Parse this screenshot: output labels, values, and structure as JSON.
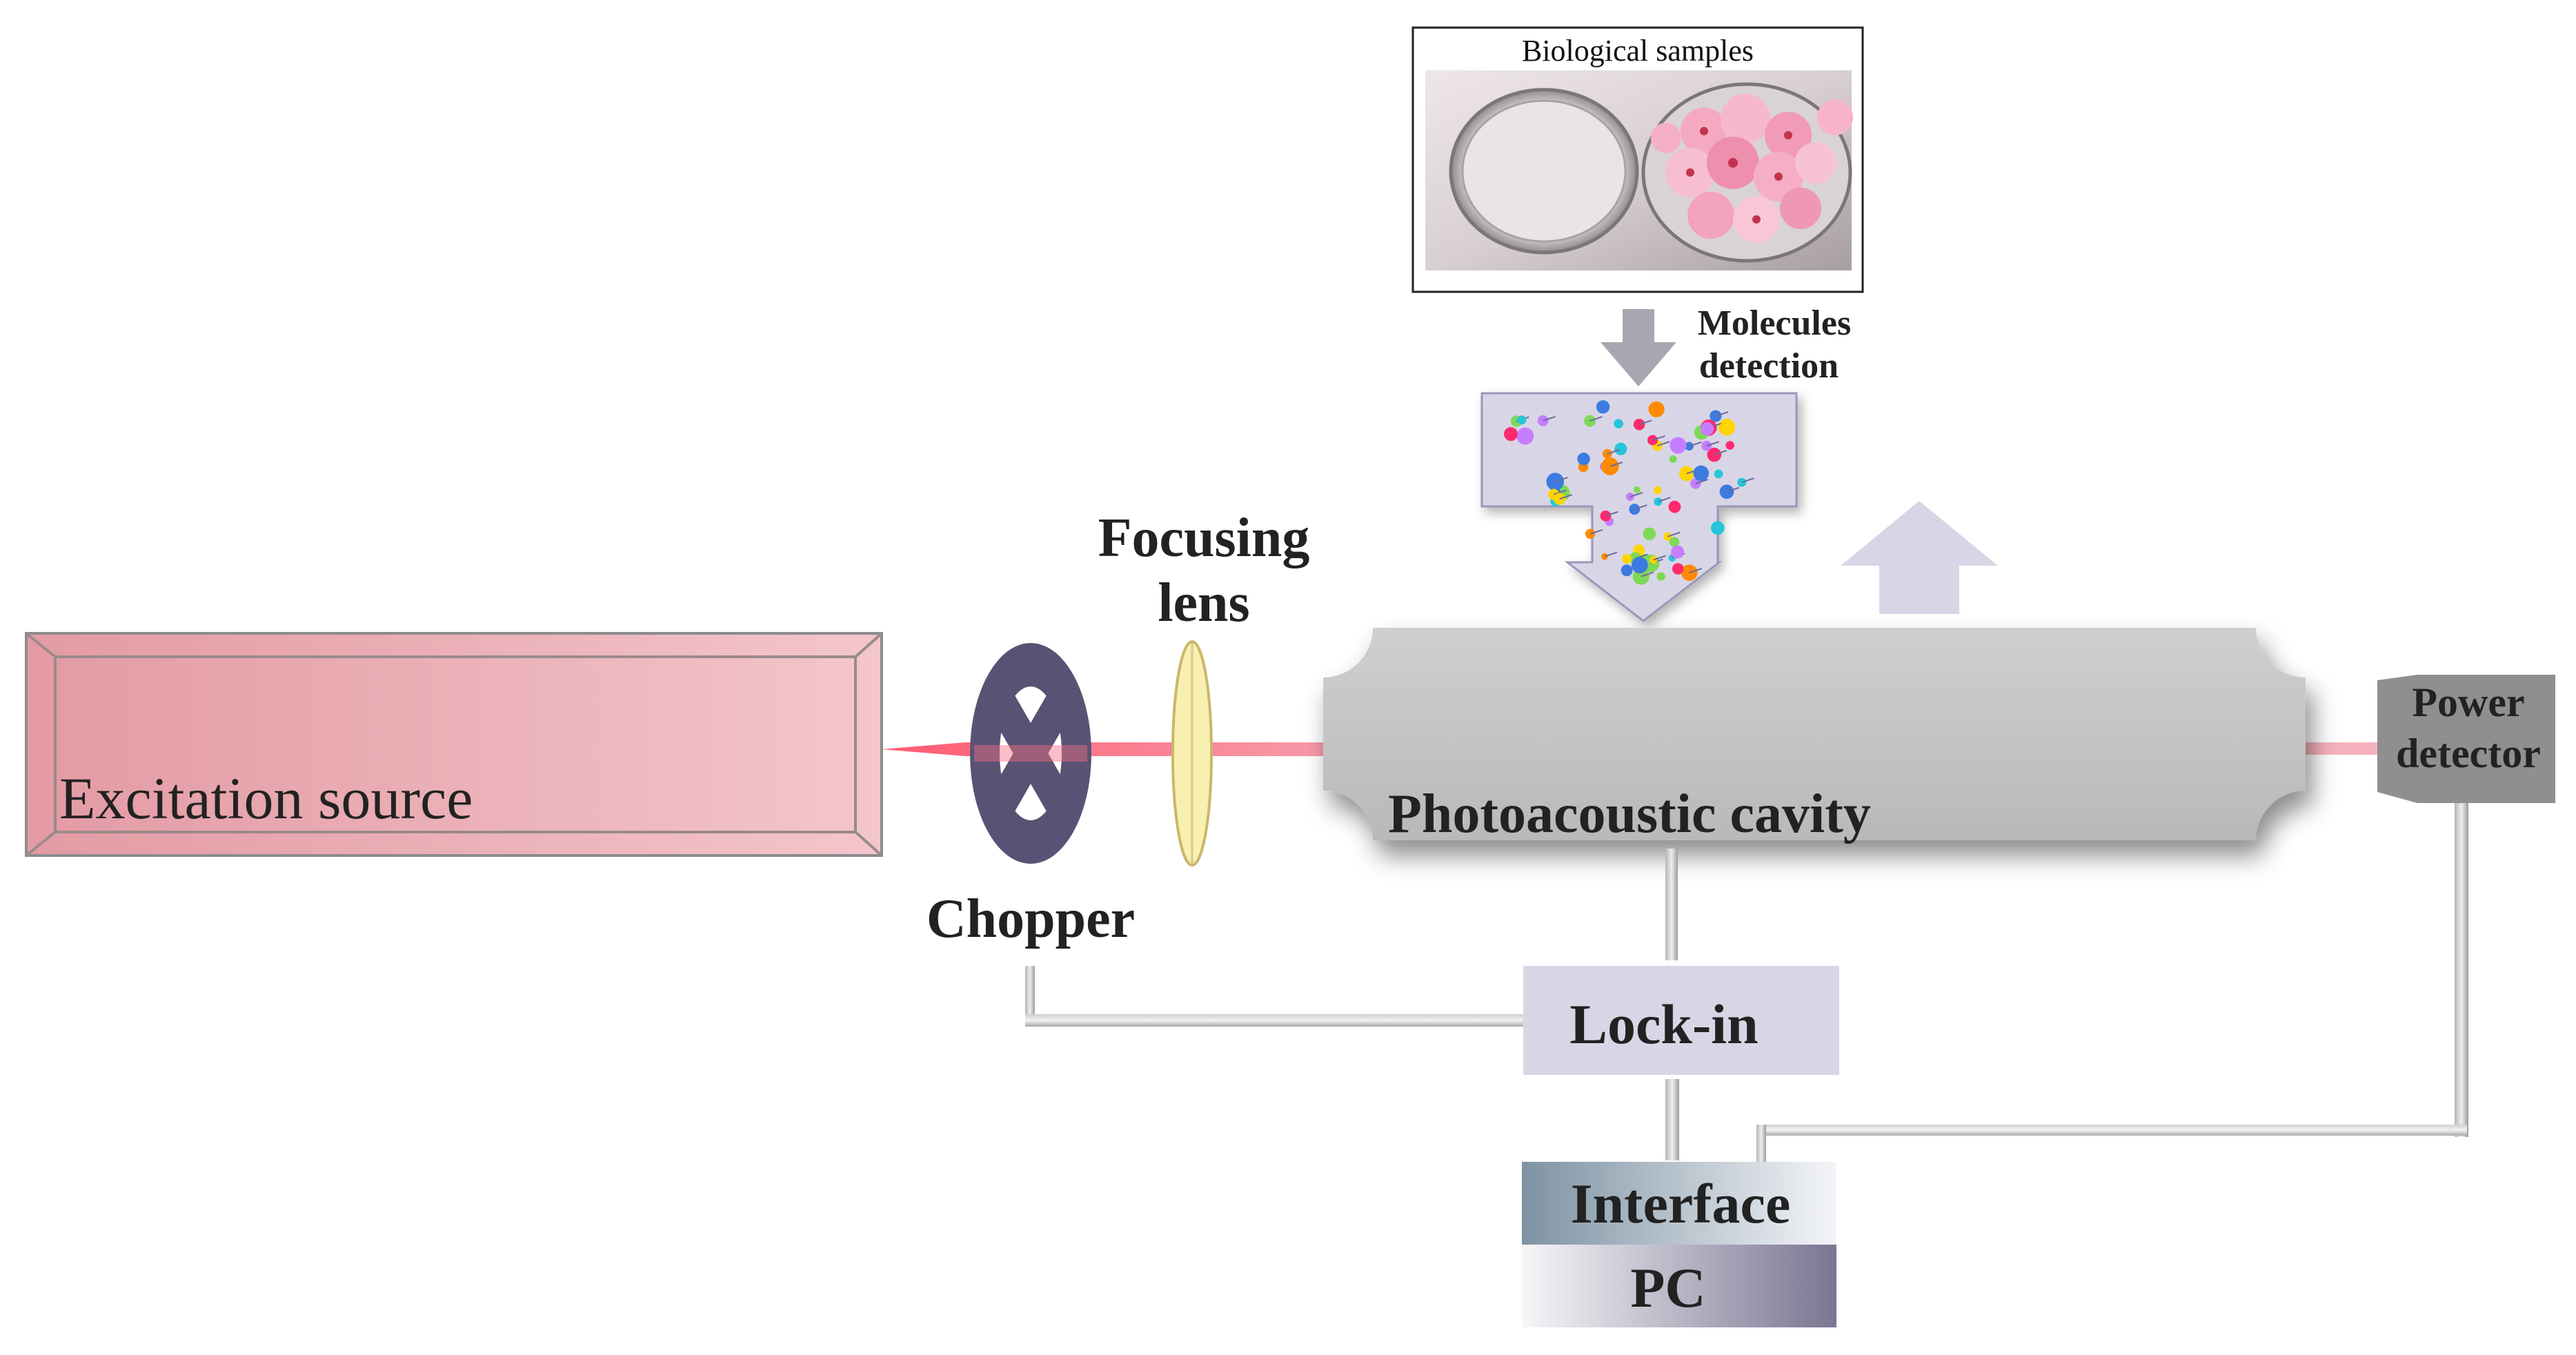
{
  "labels": {
    "biological_samples": "Biological samples",
    "molecules_detection_line1": "Molecules",
    "molecules_detection_line2": "detection",
    "focusing_lens_line1": "Focusing",
    "focusing_lens_line2": "lens",
    "excitation_source": "Excitation source",
    "chopper": "Chopper",
    "photoacoustic_cavity": "Photoacoustic cavity",
    "power_detector_line1": "Power",
    "power_detector_line2": "detector",
    "lock_in": "Lock-in",
    "interface": "Interface",
    "pc": "PC"
  },
  "colors": {
    "source_fill": "#e9a9b0",
    "source_frame": "#8c8c8c",
    "laser": "#f0647a",
    "chopper": "#5a5274",
    "lens": "#f8f0b0",
    "lens_stroke": "#c9b86a",
    "cavity": "#c7c7c9",
    "arrow_gray": "#a6a7b1",
    "lavender": "#d8d6e6",
    "lavender_stroke": "#9a96bb",
    "detector": "#8f8f8f",
    "interface_dark": "#7d93a3",
    "pc_dark": "#7b7592",
    "text": "#222222"
  }
}
